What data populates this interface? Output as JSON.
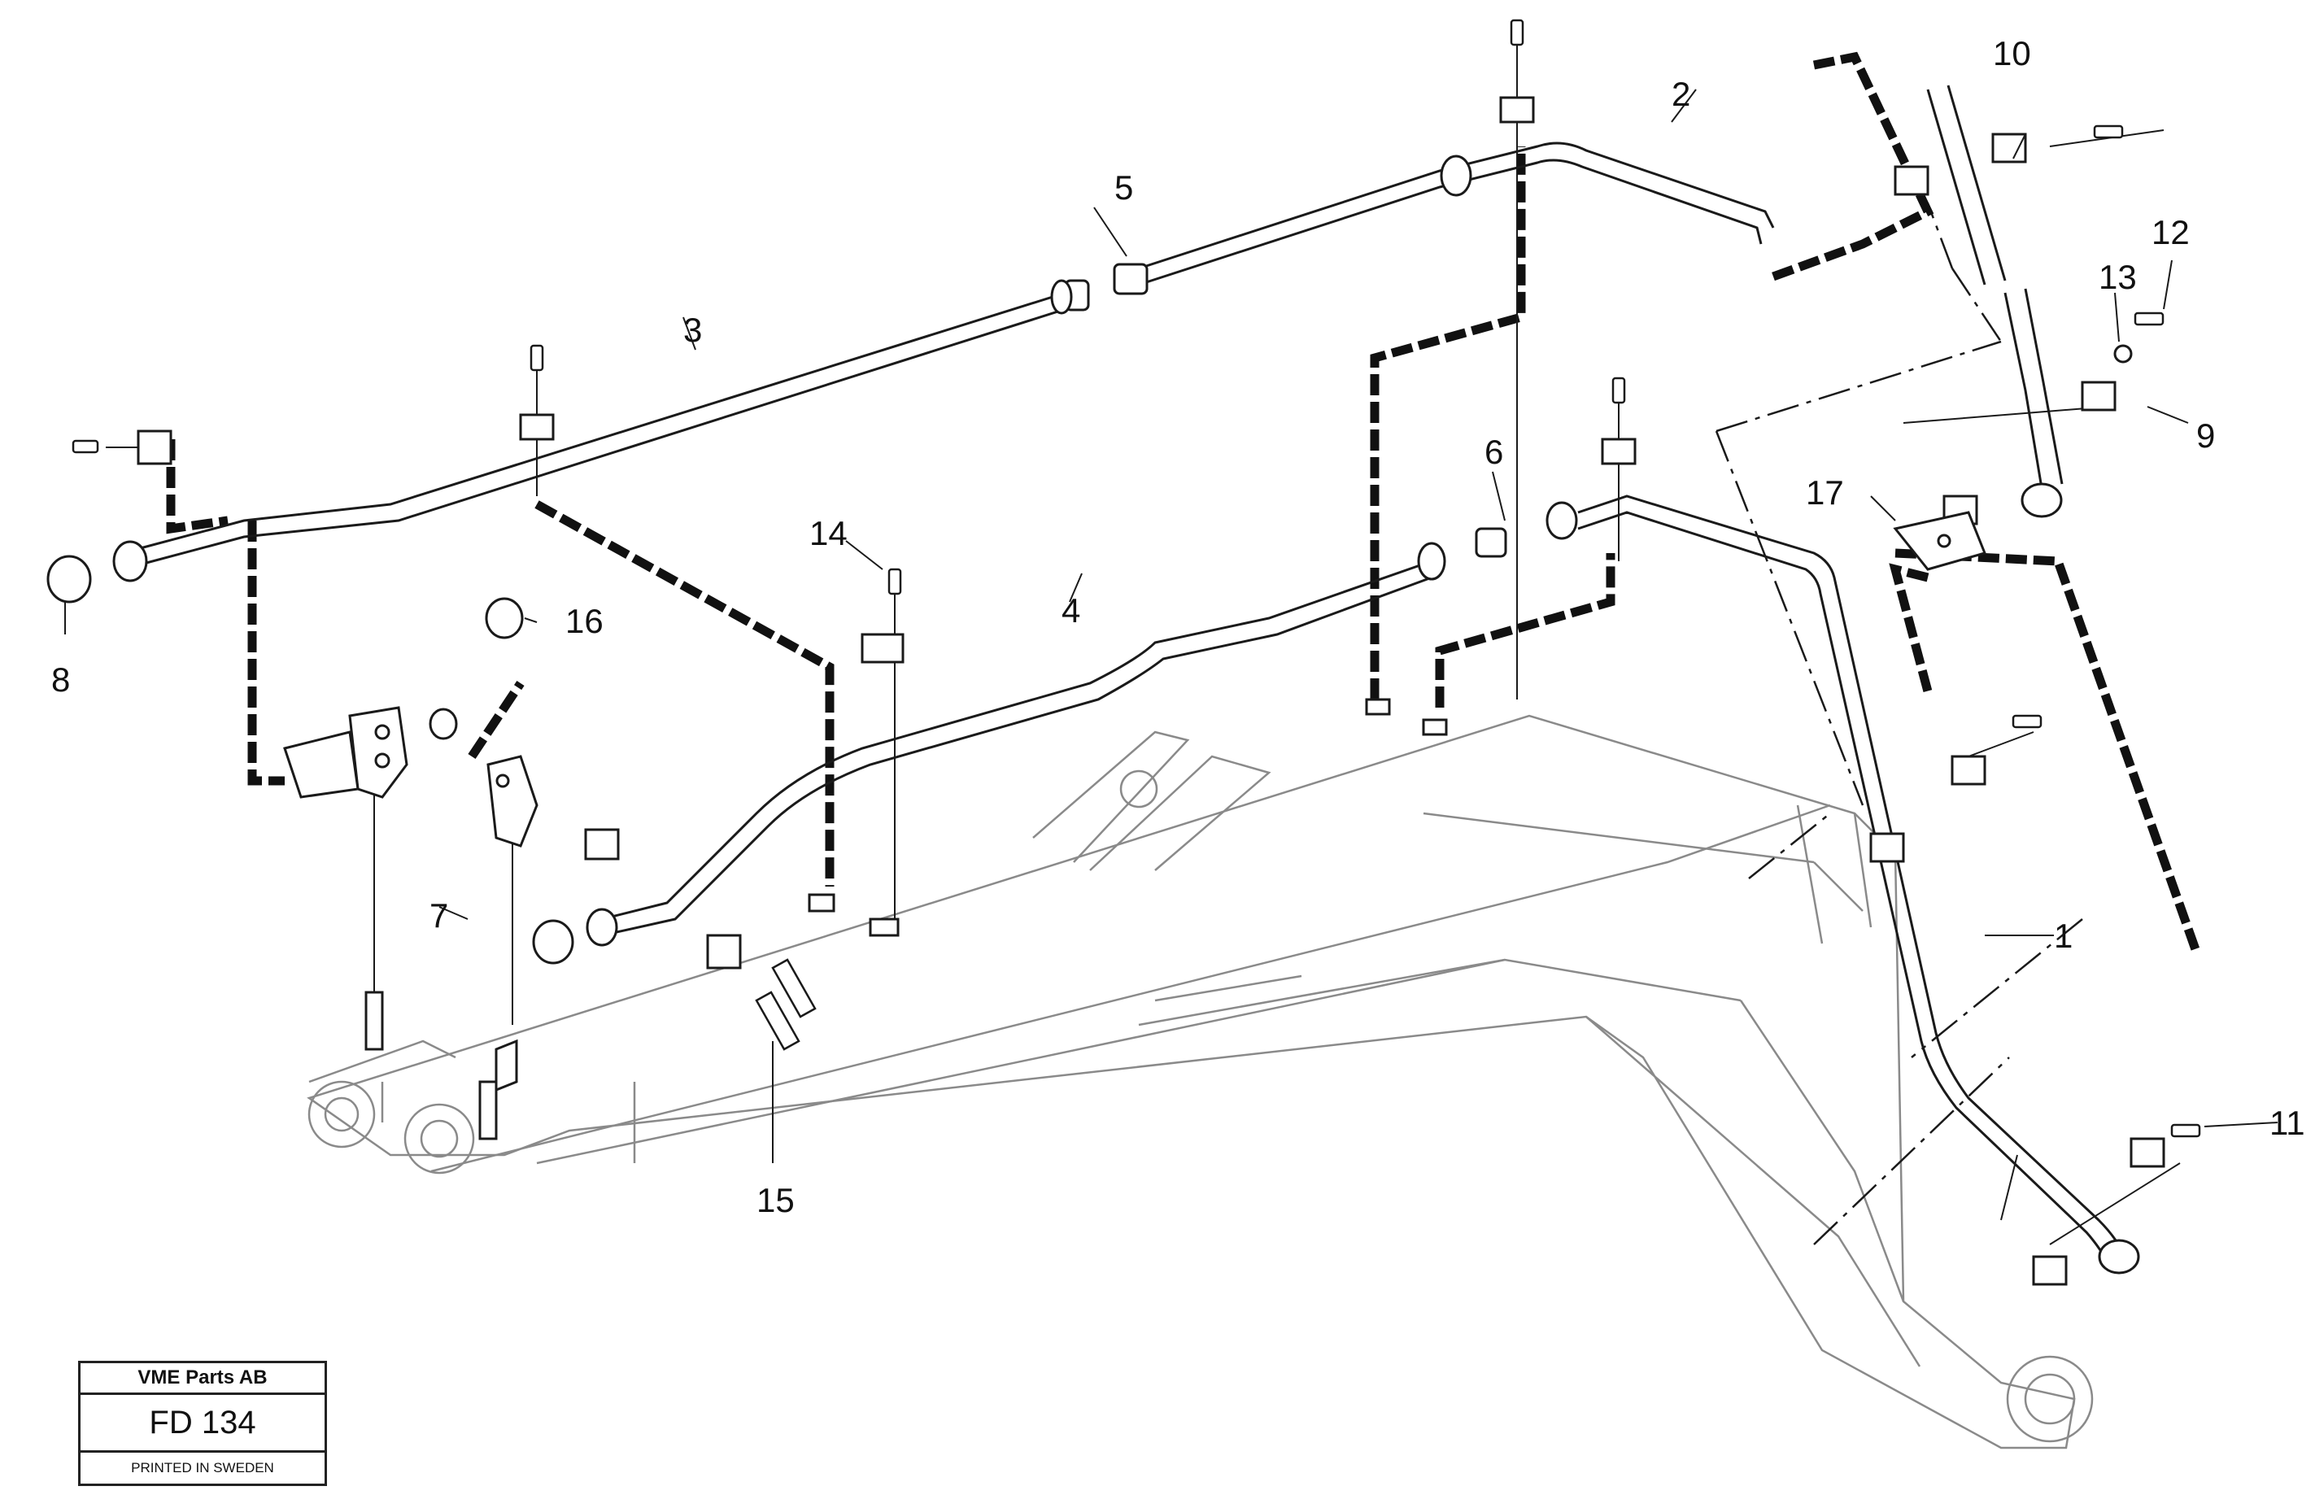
{
  "labels": {
    "p1": "1",
    "p2": "2",
    "p3": "3",
    "p4": "4",
    "p5": "5",
    "p6": "6",
    "p7": "7",
    "p8": "8",
    "p9": "9",
    "p10": "10",
    "p11": "11",
    "p12": "12",
    "p13": "13",
    "p14": "14",
    "p15": "15",
    "p16": "16",
    "p17": "17"
  },
  "title_block": {
    "company": "VME Parts AB",
    "code": "FD 134",
    "printed": "PRINTED IN SWEDEN"
  },
  "colors": {
    "line": "#1a1a1a",
    "faint": "#8a8a8a",
    "background": "#ffffff"
  }
}
